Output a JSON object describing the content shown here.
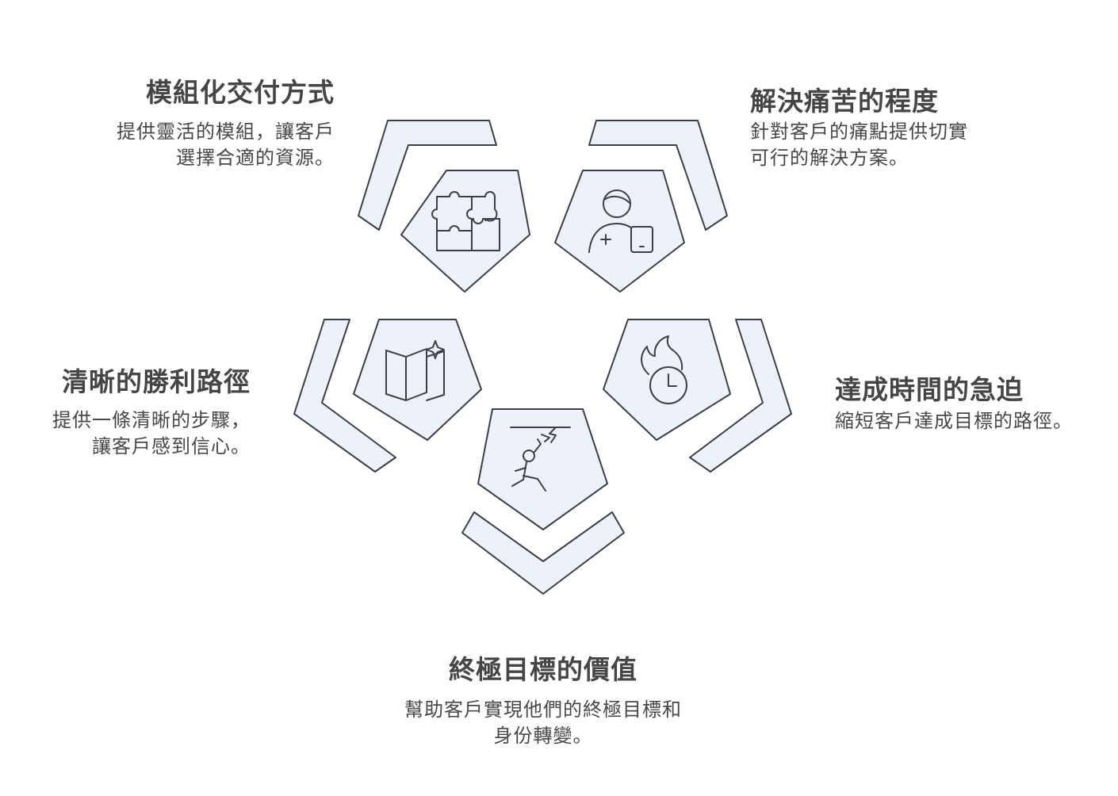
{
  "sections": {
    "modular": {
      "title": "模組化交付方式",
      "desc": [
        "提供靈活的模組，讓客戶",
        "選擇合適的資源。"
      ],
      "icon": "puzzle-icon"
    },
    "pain": {
      "title": "解決痛苦的程度",
      "desc": [
        "針對客戶的痛點提供切實",
        "可行的解決方案。"
      ],
      "icon": "doctor-tablet-icon"
    },
    "path": {
      "title": "清晰的勝利路徑",
      "desc": [
        "提供一條清晰的步驟，",
        "讓客戶感到信心。"
      ],
      "icon": "map-sparkle-icon"
    },
    "urgency": {
      "title": "達成時間的急迫",
      "desc": [
        "縮短客戶達成目標的路徑。"
      ],
      "icon": "fire-clock-icon"
    },
    "value": {
      "title": "終極目標的價值",
      "desc": [
        "幫助客戶實現他們的終極目標和",
        "身份轉變。"
      ],
      "icon": "climber-goal-icon"
    }
  },
  "colors": {
    "fill": "#eef1fa",
    "stroke": "#3c3f4a"
  }
}
